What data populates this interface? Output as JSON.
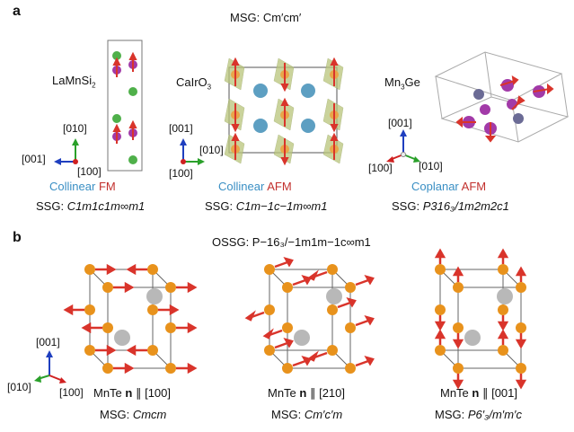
{
  "panels": {
    "a": {
      "letter": "a",
      "msg": "MSG: Cm′cm′",
      "materials": [
        {
          "name": "LaMnSi2",
          "name_base": "LaMnSi",
          "name_sub": "2",
          "axes": {
            "up": "[010]",
            "left": "[001]",
            "down": "[100]"
          },
          "type_a": "Collinear",
          "type_b": "FM",
          "ssg_prefix": "SSG: ",
          "ssg_formula": "C1m1c1m∞m1"
        },
        {
          "name": "CaIrO3",
          "name_base": "CaIrO",
          "name_sub": "3",
          "axes": {
            "up": "[001]",
            "right": "[010]",
            "down": "[100]"
          },
          "type_a": "Collinear",
          "type_b": "AFM",
          "ssg_prefix": "SSG: ",
          "ssg_formula": "C1m−1c−1m∞m1"
        },
        {
          "name": "Mn3Ge",
          "name_base": "Mn",
          "name_sub": "3",
          "name_tail": "Ge",
          "axes": {
            "up": "[001]",
            "left": "[100]",
            "right": "[010]"
          },
          "type_a": "Coplanar",
          "type_b": "AFM",
          "ssg_prefix": "SSG: ",
          "ssg_formula": "P316₃/1m2m2c1"
        }
      ]
    },
    "b": {
      "letter": "b",
      "ossg": "OSSG: P−16₃/−1m1m−1c∞m1",
      "axes": {
        "up": "[001]",
        "left": "[010]",
        "right": "[100]"
      },
      "structures": [
        {
          "label_a": "MnTe ",
          "label_n": "n",
          "label_b": " ∥ [100]",
          "msg_prefix": "MSG: ",
          "msg": "Cmcm"
        },
        {
          "label_a": "MnTe ",
          "label_n": "n",
          "label_b": " ∥ [210]",
          "msg_prefix": "MSG: ",
          "msg": "Cm′c′m"
        },
        {
          "label_a": "MnTe ",
          "label_n": "n",
          "label_b": " ∥ [001]",
          "msg_prefix": "MSG: ",
          "msg": "P6′₃/m′m′c"
        }
      ]
    }
  },
  "colors": {
    "mn_orange": "#e8921c",
    "arrow_red": "#d9342b",
    "te_grey": "#b8b8b8",
    "green_atom": "#4fb04a",
    "blue_atom": "#5d9fc2",
    "purple_atom": "#a23aa8",
    "octahedra": "#b9c57a",
    "axis_green": "#2aa02a",
    "axis_blue": "#1f3fbf",
    "axis_red": "#d02020"
  }
}
